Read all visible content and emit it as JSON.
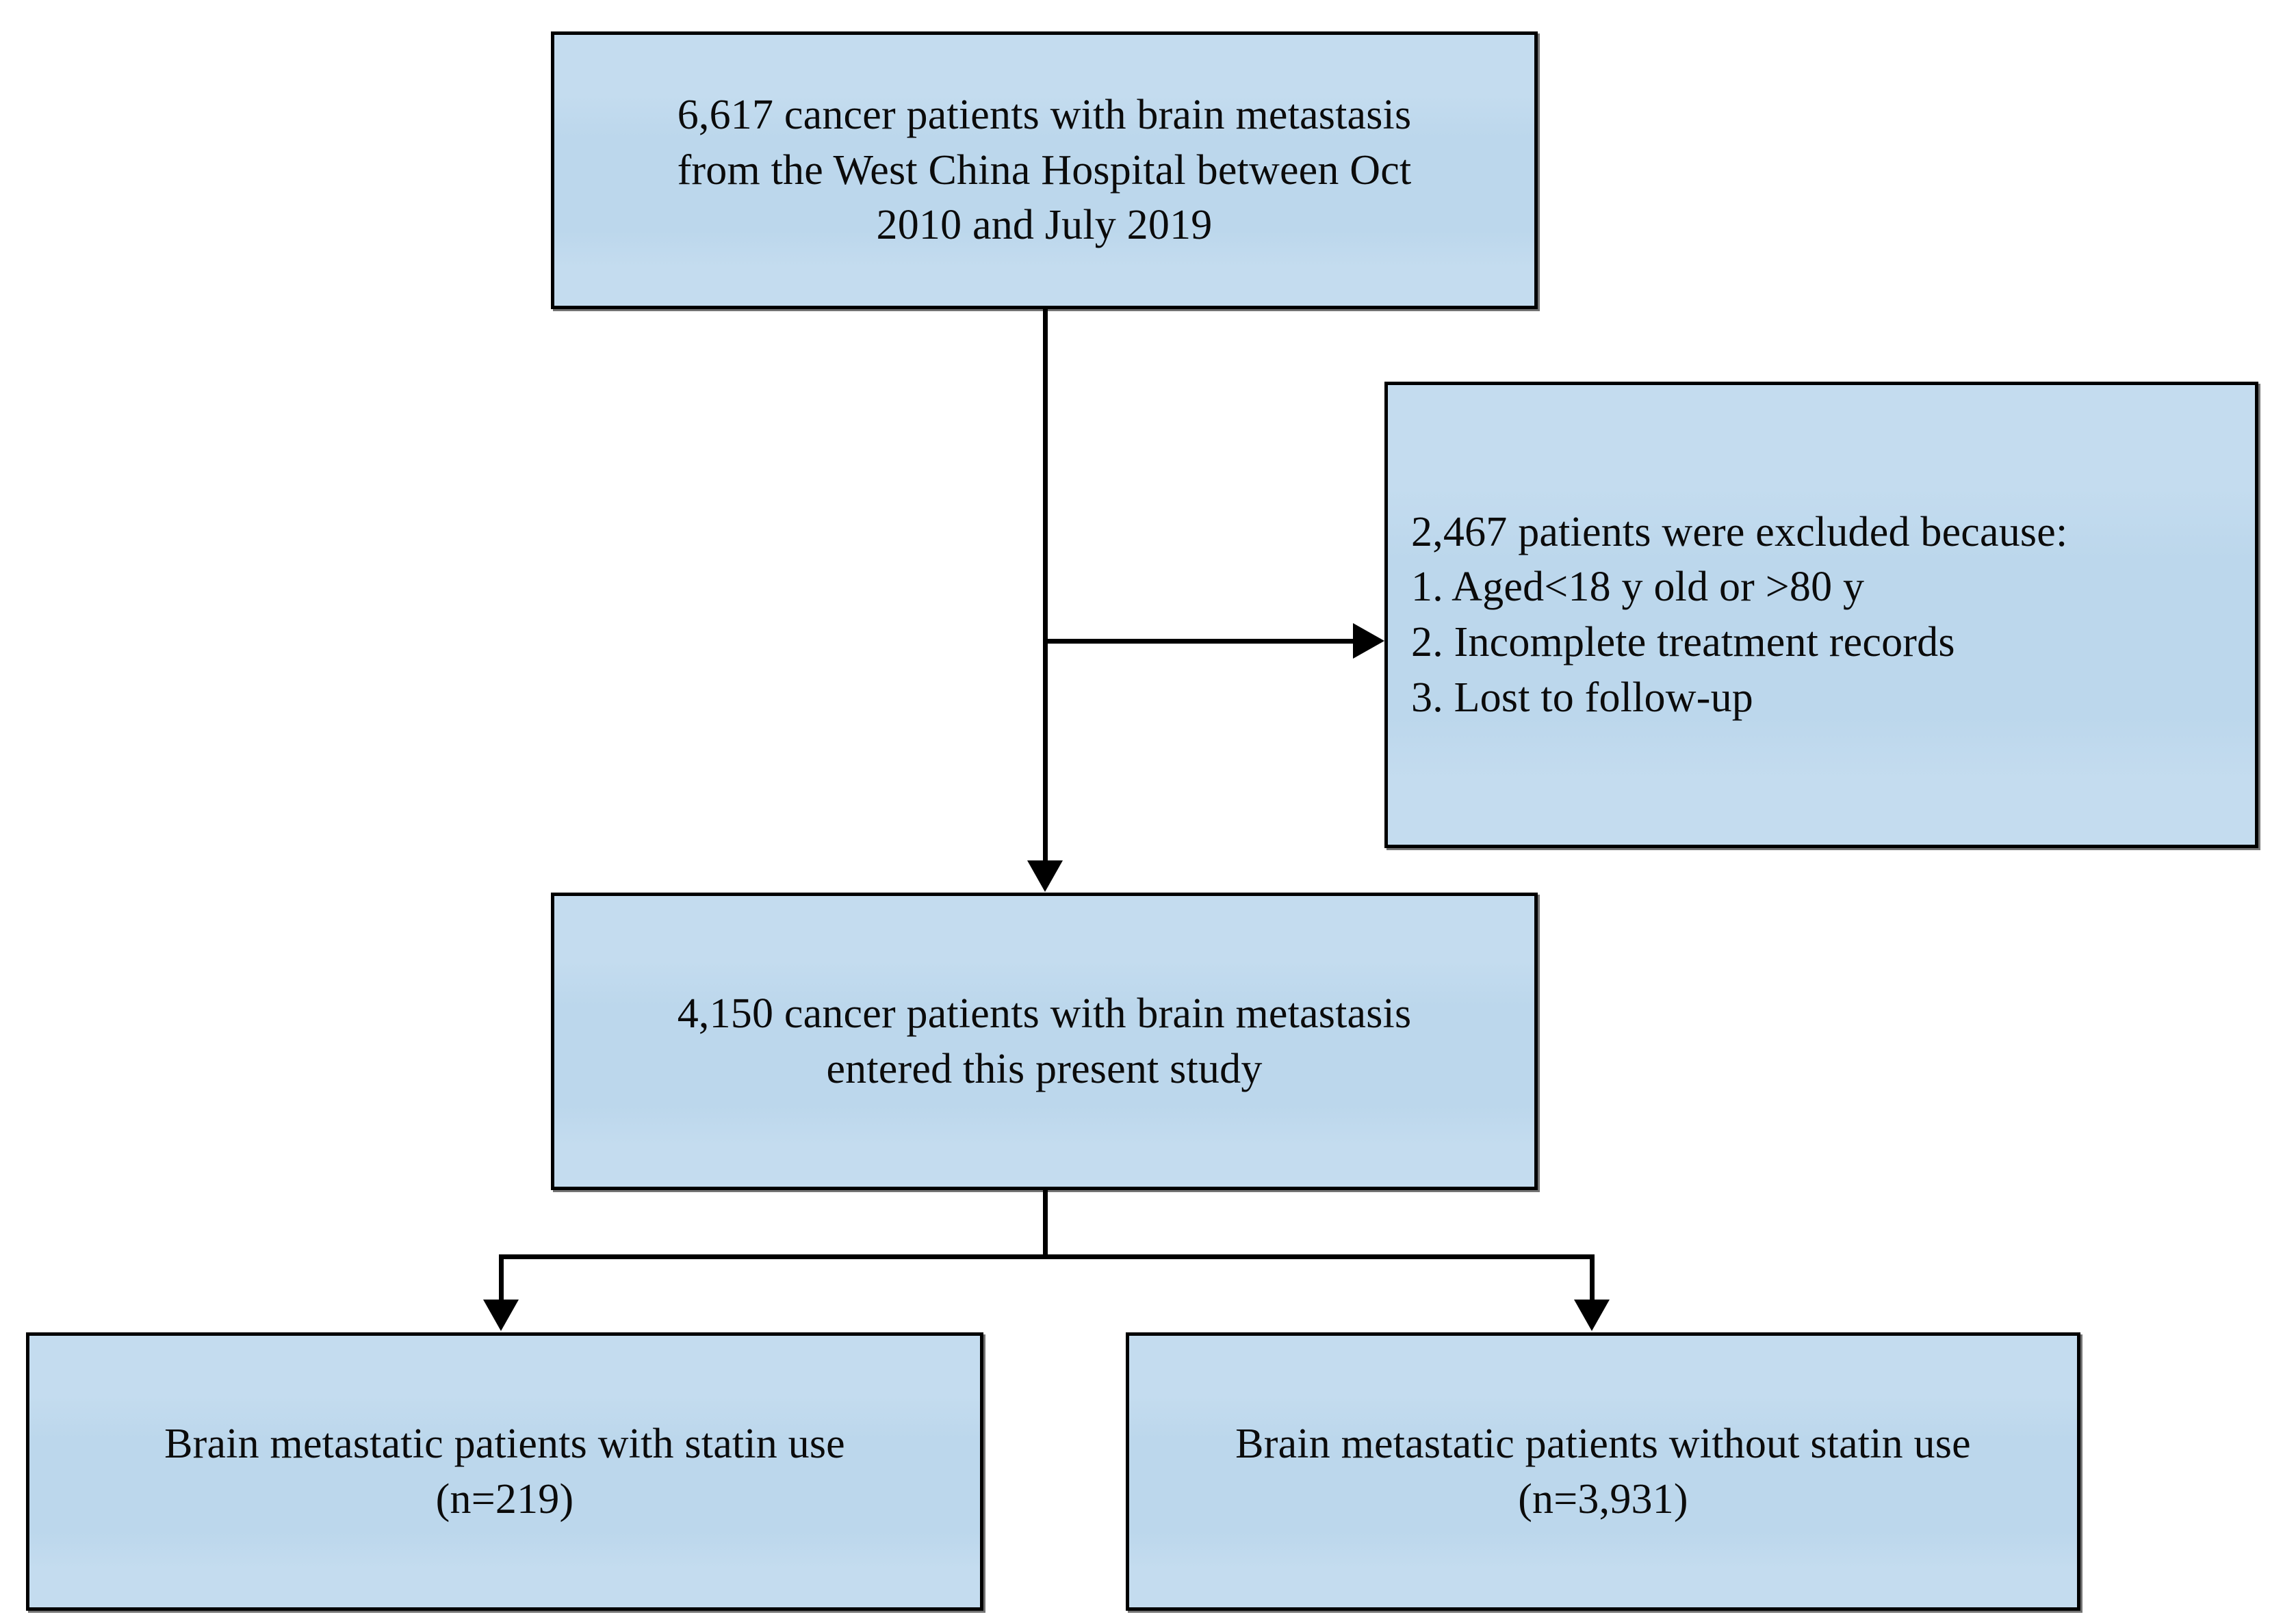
{
  "diagram": {
    "type": "study-flow-diagram",
    "fill_color": "#bed9ed",
    "border_color": "#000000",
    "text_color": "#0b0b0b",
    "background_color": "#ffffff"
  },
  "boxes": {
    "source": {
      "label": "source-cohort-box",
      "text": "6,617 cancer patients with brain metastasis\nfrom the West China Hospital between Oct\n2010 and July 2019",
      "count": "6,617"
    },
    "excluded": {
      "label": "exclusion-criteria-box",
      "text": " 2,467 patients were excluded because:\n1. Aged<18 y old or >80 y\n2. Incomplete treatment records\n3. Lost to follow-up",
      "count": "2,467",
      "reasons": [
        "1. Aged<18 y old or >80 y",
        "2. Incomplete treatment records",
        "3. Lost to follow-up"
      ],
      "heading": " 2,467 patients were excluded because:"
    },
    "included": {
      "label": "included-cohort-box",
      "text": "4,150 cancer patients with brain metastasis\nentered this present study",
      "count": "4,150"
    },
    "statin_use": {
      "label": "statin-use-group-box",
      "text": "Brain metastatic patients with statin use\n(n=219)",
      "count": "219",
      "count_text": "(n=219)"
    },
    "no_statin_use": {
      "label": "no-statin-use-group-box",
      "text": "Brain metastatic patients without statin use\n(n=3,931)",
      "count": "3,931",
      "count_text": "(n=3,931)"
    }
  },
  "connectors": [
    {
      "name": "source-to-included",
      "from": "source",
      "to": "included",
      "kind": "vertical-arrow"
    },
    {
      "name": "trunk-to-excluded",
      "from": "source",
      "to": "excluded",
      "kind": "horizontal-arrow"
    },
    {
      "name": "included-to-statin-use",
      "from": "included",
      "to": "statin_use",
      "kind": "split-arrow"
    },
    {
      "name": "included-to-no-statin-use",
      "from": "included",
      "to": "no_statin_use",
      "kind": "split-arrow"
    }
  ]
}
